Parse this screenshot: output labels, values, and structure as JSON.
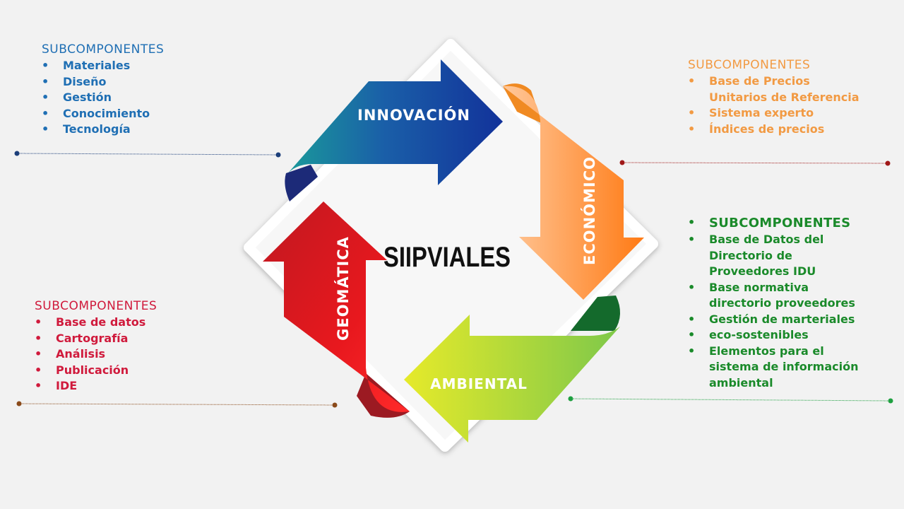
{
  "diagram": {
    "center_label": "SIIPVIALES",
    "arrows": {
      "innovacion": "INNOVACIÓN",
      "economico": "ECONÓMICO",
      "ambiental": "AMBIENTAL",
      "geomatica": "GEOMÁTICA"
    }
  },
  "subcomponents": {
    "innovacion": {
      "heading": "SUBCOMPONENTES",
      "color": "#1f6fb4",
      "items": [
        "Materiales",
        "Diseño",
        "Gestión",
        "Conocimiento",
        "Tecnología"
      ]
    },
    "economico": {
      "heading": "SUBCOMPONENTES",
      "color": "#f29a43",
      "items": [
        "Base de Precios Unitarios de Referencia",
        "Sistema experto",
        "Índices de precios"
      ]
    },
    "ambiental": {
      "heading": "SUBCOMPONENTES",
      "color": "#1a8a2a",
      "items": [
        "Base de Datos del Directorio de Proveedores IDU",
        "Base normativa directorio proveedores",
        "Gestión de marteriales",
        "eco-sostenibles",
        "Elementos para el sistema de información ambiental"
      ]
    },
    "geomatica": {
      "heading": "SUBCOMPONENTES",
      "color": "#d01a3c",
      "items": [
        "Base de datos",
        "Cartografía",
        "Análisis",
        "Publicación",
        "IDE"
      ]
    }
  }
}
